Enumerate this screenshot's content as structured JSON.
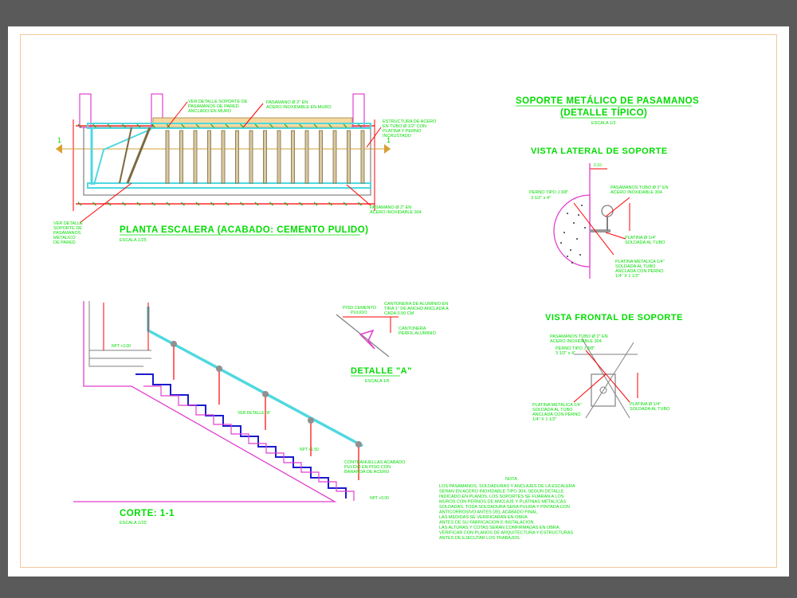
{
  "colors": {
    "background": "#5a5a5a",
    "sheet": "#ffffff",
    "frame": "#f3c89a",
    "text_green": "#00dd00",
    "red": "#ff0000",
    "cyan": "#4fd8e0",
    "magenta": "#e23fcf",
    "blue": "#1a1ad0",
    "brown": "#8a7a50",
    "gray": "#808080"
  },
  "plan": {
    "title": "PLANTA ESCALERA (ACABADO: CEMENTO PULIDO)",
    "scale": "ESCALA 1/25",
    "section_mark": "1",
    "notes": {
      "top_left": [
        "VER DETALLE SOPORTE DE",
        "PASAMANOS DE PARED",
        "ANCLADO EN MURO"
      ],
      "top_mid": [
        "PASAMANO Ø 2\" EN",
        "ACERO INOXIDABLE EN MURO"
      ],
      "right_top": [
        "ESTRUCTURA DE ACERO",
        "EN TUBO Ø 1/2\" CON",
        "PLATINA Y PERNO",
        "INCRUSTADO"
      ],
      "right_bottom": [
        "PASAMANO Ø 2\" EN",
        "ACERO INOXIDABLE 304"
      ],
      "bottom_left": [
        "VER DETALLE",
        "SOPORTE DE",
        "PASAMANOS",
        "METALICO",
        "DE PARED"
      ]
    }
  },
  "section": {
    "title": "CORTE: 1-1",
    "scale": "ESCALA 1/25",
    "labels": {
      "level_top": "NPT +3.00",
      "detail_ref": "VER DETALLE \"A\"",
      "landing": "NPT +1.50",
      "notes_bottom": [
        "CONTRAHUELLAS ACABADO",
        "PULIDO EN PISO CON",
        "BARANDA DE ACERO"
      ],
      "level_bottom": "NPT +0.00"
    }
  },
  "detail_a": {
    "title": "DETALLE \"A\"",
    "scale": "ESCALA 1/5",
    "labels": {
      "left": [
        "PISO CEMENTO",
        "PULIDO"
      ],
      "right_top": [
        "CANTONERA DE ALUMINIO EN",
        "TIRA 1\" DE ANCHO ANCLADA A",
        "CADA 0.50 CM"
      ],
      "right_bottom": [
        "CANTONERA",
        "PERFIL ALUMINIO"
      ]
    }
  },
  "support": {
    "title": "SOPORTE METÁLICO DE PASAMANOS",
    "subtitle": "(DETALLE TÍPICO)",
    "scale": "ESCALA 1/2",
    "lateral": {
      "title": "VISTA LATERAL DE SOPORTE",
      "dim_top": "0.10",
      "labels": {
        "top_left": [
          "PERNO TIPO J 3/8\"",
          "3 1/2\" x 4\""
        ],
        "top_right": [
          "PASAMANOS TUBO Ø 2\" EN",
          "ACERO INOXIDABLE 304"
        ],
        "mid_right": [
          "PLATINA Ø 1/4\"",
          "SOLDADA AL TUBO"
        ],
        "bottom_right": [
          "PLATINA METALICA 1/4\"",
          "SOLDADA AL TUBO",
          "ANCLADA CON PERNO",
          "1/4\" X 1 1/2\""
        ]
      }
    },
    "frontal": {
      "title": "VISTA FRONTAL DE SOPORTE",
      "labels": {
        "top_left": [
          "PASAMANOS TUBO Ø 2\" EN",
          "ACERO INOXIDABLE 304"
        ],
        "mid_left": [
          "PERNO TIPO J 3/8\"",
          "3 1/2\" x 4\""
        ],
        "bottom_left": [
          "PLATINA METALICA 1/4\"",
          "SOLDADA AL TUBO",
          "ANCLADA CON PERNO",
          "1/4\" X 1 1/2\""
        ],
        "bottom_right": [
          "PLATINA Ø 1/4\"",
          "SOLDADA AL TUBO"
        ]
      }
    }
  },
  "note": {
    "title": "NOTA",
    "lines": [
      "LOS PASAMANOS, SOLDADURAS Y ANCLAJES DE LA ESCALERA",
      "SERAN EN ACERO INOXIDABLE TIPO 304, SEGUN DETALLE",
      "INDICADO EN PLANOS. LOS SOPORTES SE FIJARAN A LOS",
      "MUROS CON PERNOS DE ANCLAJE Y PLATINAS METALICAS",
      "SOLDADAS. TODA SOLDADURA SERA PULIDA Y PINTADA CON",
      "ANTICORROSIVO ANTES DEL ACABADO FINAL.",
      "LAS MEDIDAS SE VERIFICARAN EN OBRA",
      "ANTES DE SU FABRICACION E INSTALACION.",
      "LAS ALTURAS Y COTAS SERAN CONFIRMADAS EN OBRA.",
      "VERIFICAR CON PLANOS DE ARQUITECTURA Y ESTRUCTURAS",
      "ANTES DE EJECUTAR LOS TRABAJOS."
    ]
  }
}
